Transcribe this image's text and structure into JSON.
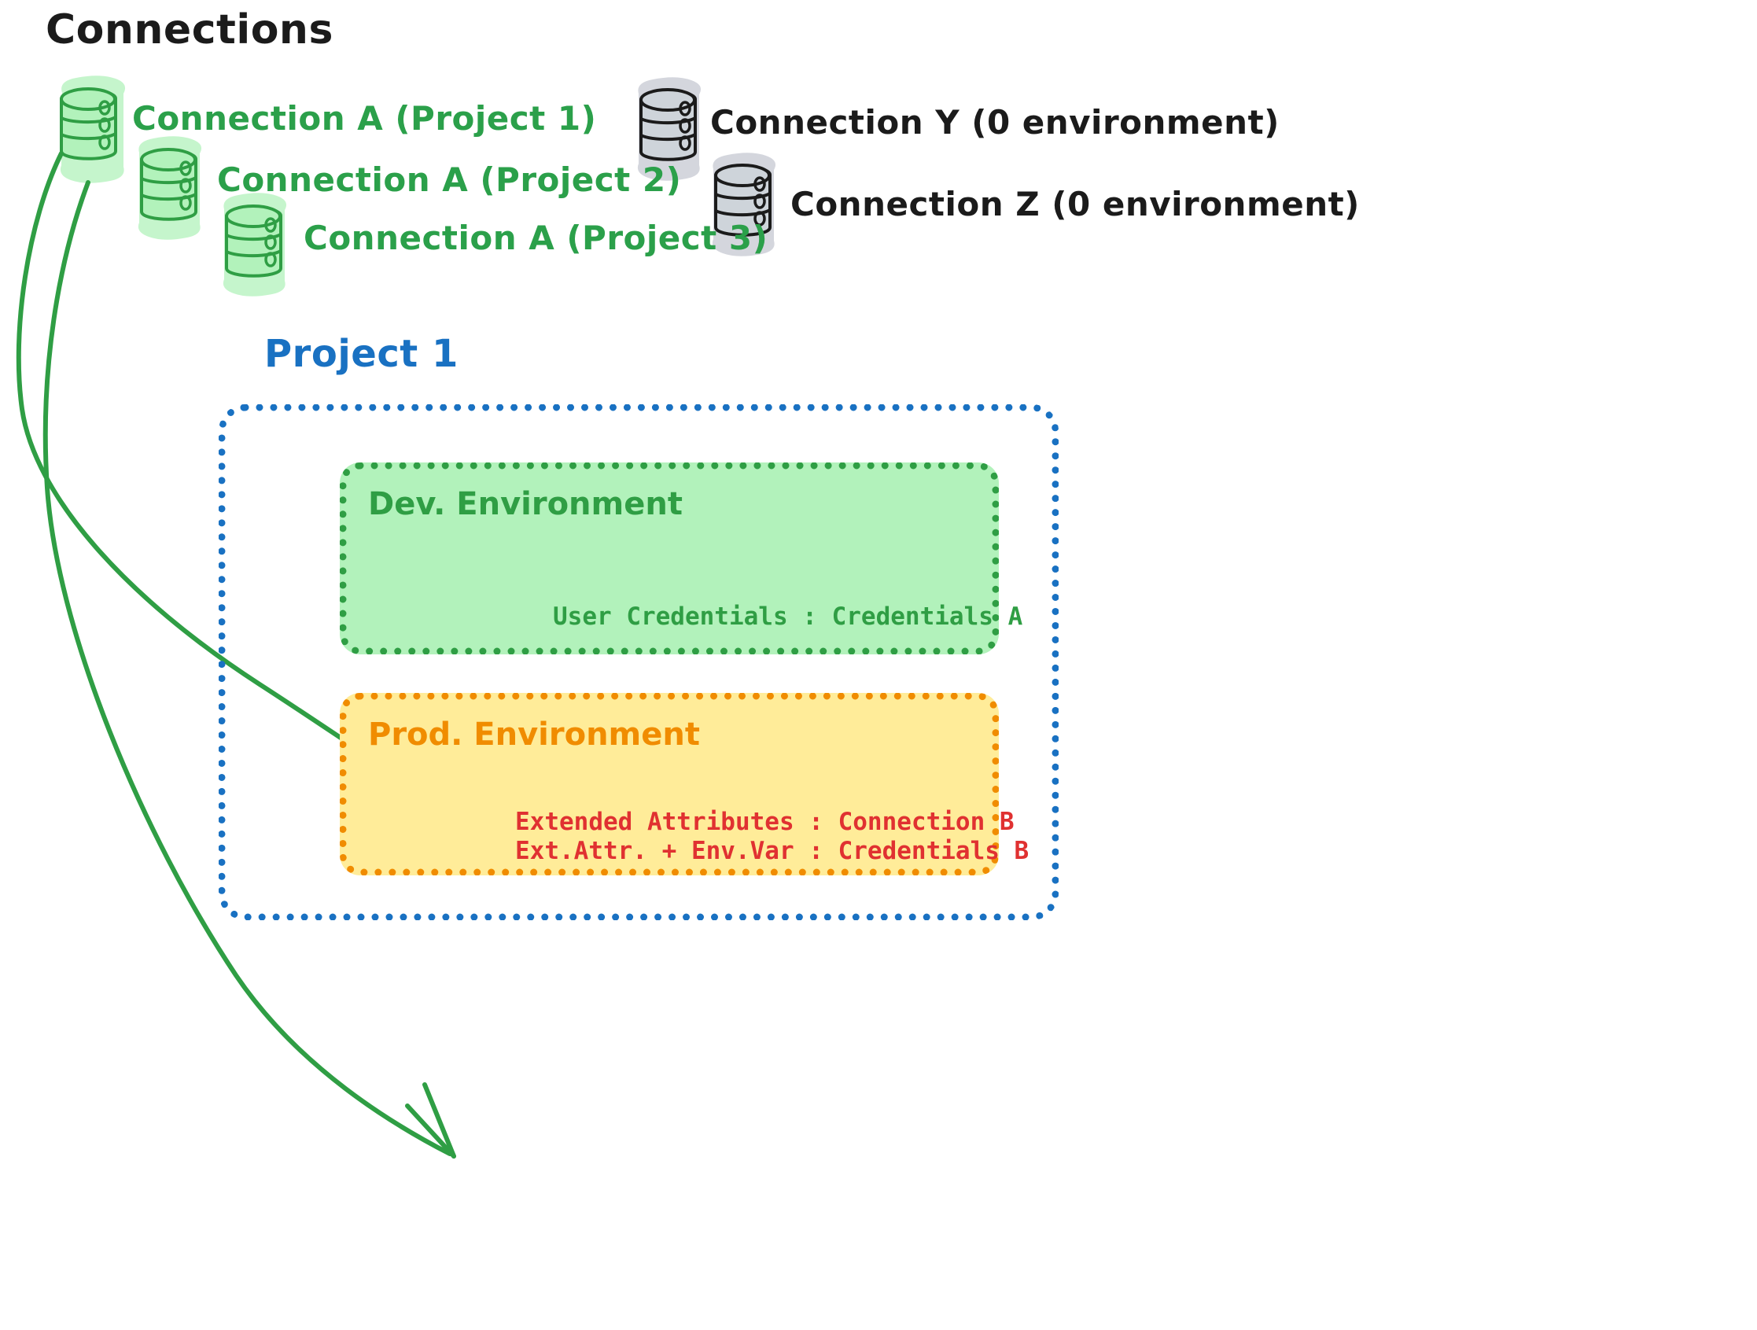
{
  "diagram": {
    "title": "Connections",
    "title_color": "#1b1b1b",
    "background": "#ffffff"
  },
  "connections": {
    "green": [
      {
        "label": "Connection A (Project 1)",
        "color": "#2ba04a",
        "icon": "database-icon"
      },
      {
        "label": "Connection A (Project 2)",
        "color": "#2ba04a",
        "icon": "database-icon"
      },
      {
        "label": "Connection A (Project 3)",
        "color": "#2ba04a",
        "icon": "database-icon"
      }
    ],
    "gray": [
      {
        "label": "Connection Y (0 environment)",
        "color": "#1b1b1b",
        "icon": "database-icon"
      },
      {
        "label": "Connection Z (0 environment)",
        "color": "#1b1b1b",
        "icon": "database-icon"
      }
    ]
  },
  "project": {
    "title": "Project 1",
    "title_color": "#1971c2",
    "border_color": "#1971c2",
    "environments": [
      {
        "name": "Dev. Environment",
        "title_color": "#2f9e44",
        "border_color": "#2f9e44",
        "fill_color": "#b2f2bb",
        "lines": [
          {
            "text": "User Credentials : Credentials A",
            "color": "#2f9e44"
          }
        ]
      },
      {
        "name": "Prod. Environment",
        "title_color": "#f08c00",
        "border_color": "#f08c00",
        "fill_color": "#ffec99",
        "lines": [
          {
            "text": "Extended Attributes : Connection B",
            "color": "#e03131"
          },
          {
            "text": "Ext.Attr. + Env.Var : Credentials B",
            "color": "#e03131"
          }
        ]
      }
    ]
  },
  "arrows": [
    {
      "from": "Connection A (Project 1)",
      "to": "Dev. Environment",
      "color": "#2f9e44"
    },
    {
      "from": "Connection A (Project 1)",
      "to": "Prod. Environment",
      "color": "#2f9e44"
    }
  ]
}
